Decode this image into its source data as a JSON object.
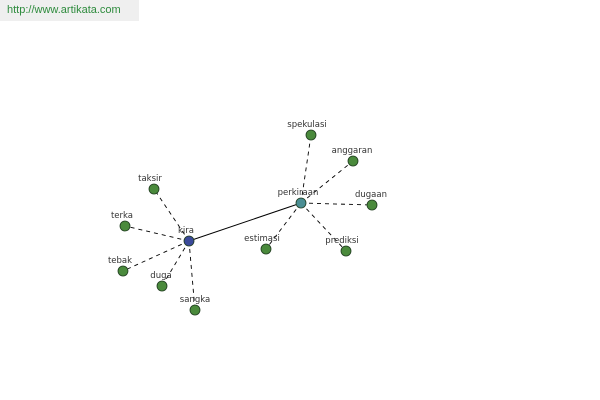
{
  "site_url": "http://www.artikata.com",
  "colors": {
    "background": "#ffffff",
    "url_text": "#2e8b3d",
    "url_banner_bg": "#efefef",
    "edge": "#000000",
    "node_outline": "#1f3b1f",
    "leaf_node": "#4a8a3c",
    "hub_kira": "#3b4a9a",
    "hub_perkiraan": "#4a8e93",
    "label_text": "#333333"
  },
  "graph": {
    "hubs": [
      {
        "id": "kira",
        "label": "kira"
      },
      {
        "id": "perkiraan",
        "label": "perkiraan"
      }
    ],
    "hub_link": {
      "from": "kira",
      "to": "perkiraan",
      "style": "solid"
    },
    "leaves": [
      {
        "id": "taksir",
        "label": "taksir",
        "hub": "kira"
      },
      {
        "id": "terka",
        "label": "terka",
        "hub": "kira"
      },
      {
        "id": "tebak",
        "label": "tebak",
        "hub": "kira"
      },
      {
        "id": "duga",
        "label": "duga",
        "hub": "kira"
      },
      {
        "id": "sangka",
        "label": "sangka",
        "hub": "kira"
      },
      {
        "id": "spekulasi",
        "label": "spekulasi",
        "hub": "perkiraan"
      },
      {
        "id": "anggaran",
        "label": "anggaran",
        "hub": "perkiraan"
      },
      {
        "id": "dugaan",
        "label": "dugaan",
        "hub": "perkiraan"
      },
      {
        "id": "prediksi",
        "label": "prediksi",
        "hub": "perkiraan"
      },
      {
        "id": "estimasi",
        "label": "estimasi",
        "hub": "perkiraan"
      }
    ]
  }
}
